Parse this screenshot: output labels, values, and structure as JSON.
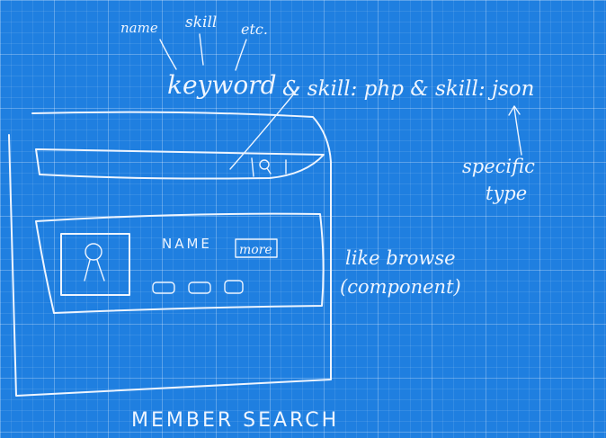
{
  "annotations": {
    "name": "name",
    "skill": "skill",
    "etc": "etc.",
    "keyword": "keyword",
    "query_example": "& skill: php & skill: json",
    "specific": "specific",
    "type": "type",
    "like_browse": "like browse",
    "component": "(component)"
  },
  "card": {
    "name_label": "NAME",
    "more_label": "more"
  },
  "page_title": "MEMBER SEARCH",
  "icons": {
    "search": "magnifier-icon",
    "avatar": "person-icon"
  }
}
